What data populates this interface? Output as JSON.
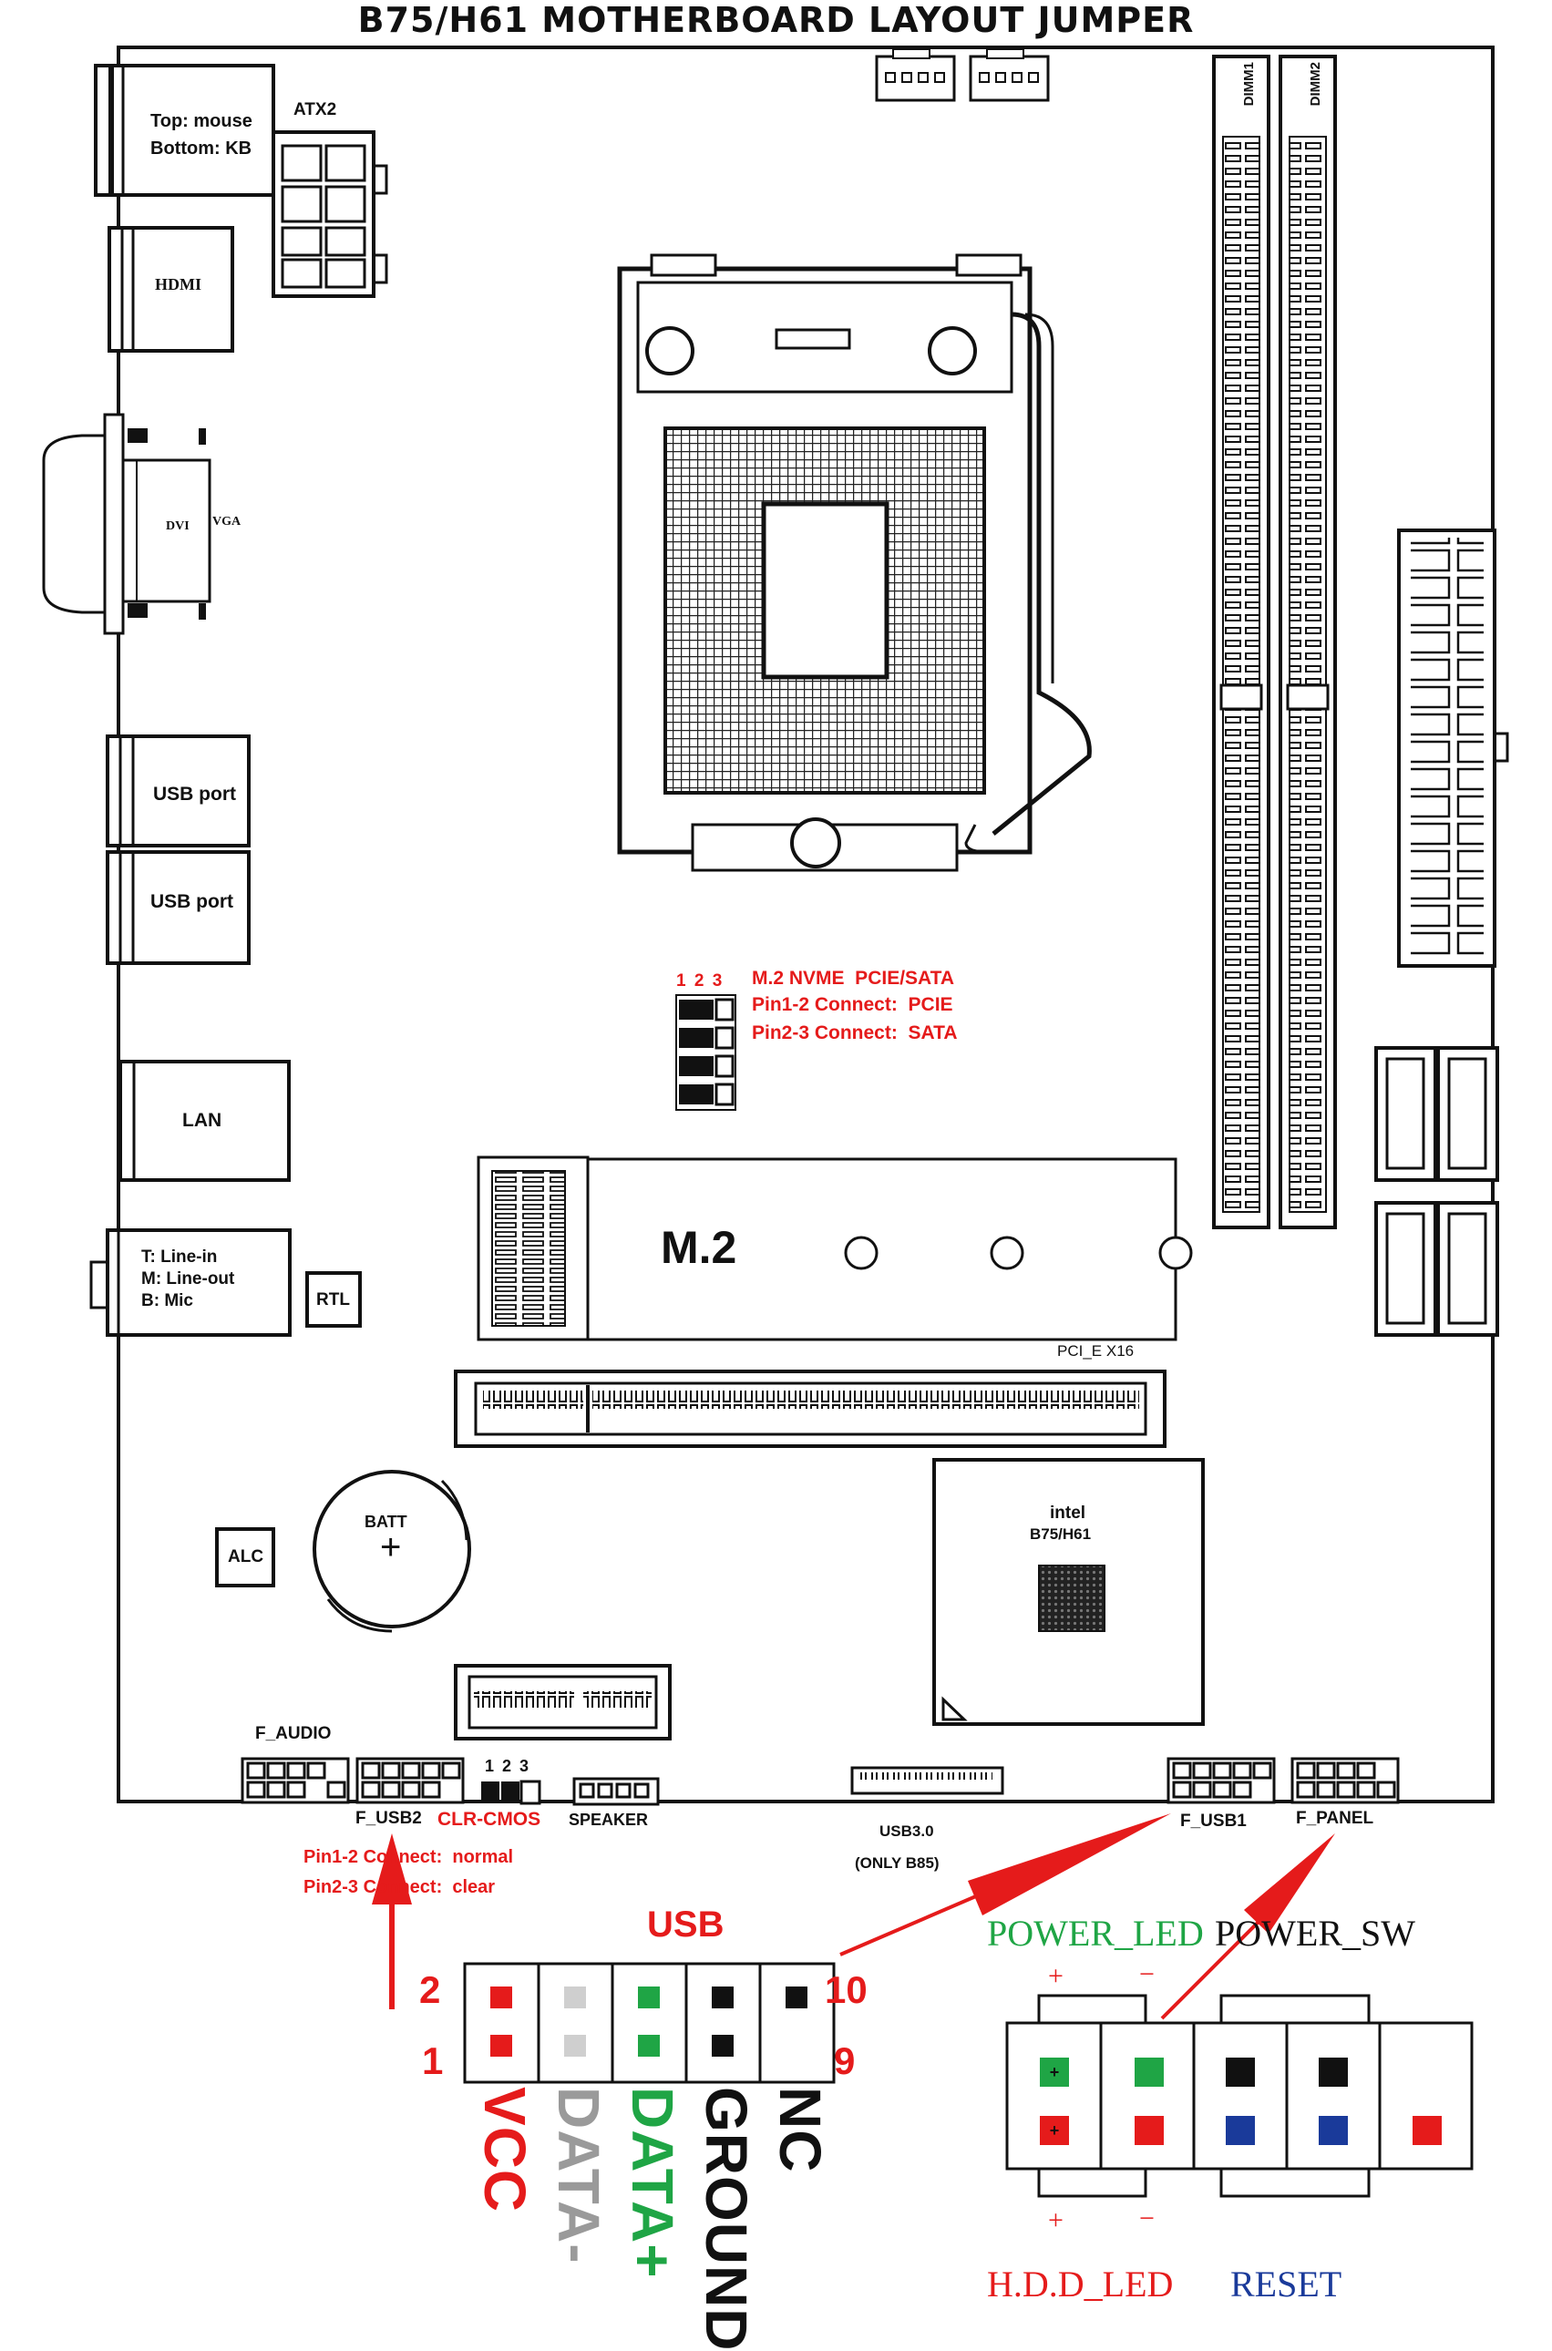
{
  "title": "B75/H61 MOTHERBOARD LAYOUT JUMPER",
  "io_ports": {
    "ps2": "Top: mouse\nBottom: KB",
    "atx2": "ATX2",
    "hdmi": "HDMI",
    "dvi": "DVI",
    "vga": "VGA",
    "usb1": "USB port",
    "usb2": "USB port",
    "lan": "LAN",
    "audio": "T: Line-in\nM: Line-out\nB: Mic",
    "rtl": "RTL"
  },
  "dimm": [
    "DIMM1",
    "DIMM2"
  ],
  "m2_jumper": {
    "pins": "1 2 3",
    "line1": "M.2 NVME  PCIE/SATA",
    "line2": "Pin1-2 Connect:  PCIE",
    "line3": "Pin2-3 Connect:  SATA"
  },
  "m2_label": "M.2",
  "pcie_label": "PCI_E X16",
  "chipset": {
    "brand": "intel",
    "model": "B75/H61"
  },
  "batt": {
    "label": "BATT",
    "sign": "+"
  },
  "alc": "ALC",
  "bottom_headers": {
    "f_audio": "F_AUDIO",
    "f_usb2": "F_USB2",
    "clr_pins": "1 2 3",
    "clr_cmos": "CLR-CMOS",
    "speaker": "SPEAKER",
    "usb3": "USB3.0",
    "usb3_note": "(ONLY B85)",
    "f_usb1": "F_USB1",
    "f_panel": "F_PANEL"
  },
  "clr_note": {
    "line1": "Pin1-2 Connect:  normal",
    "line2": "Pin2-3 Connect:  clear"
  },
  "usb_pinout": {
    "title": "USB",
    "pin_top_left": "2",
    "pin_bottom_left": "1",
    "pin_top_right": "10",
    "pin_bottom_right": "9",
    "labels": [
      "VCC",
      "DATA-",
      "DATA+",
      "GROUND",
      "NC"
    ],
    "colors": [
      "#e51b1b",
      "#9a9a9a",
      "#1fa545",
      "#111111",
      "#111111"
    ]
  },
  "panel_pinout": {
    "power_led": "POWER_LED",
    "power_sw": "POWER_SW",
    "hdd_led": "H.D.D_LED",
    "reset": "RESET",
    "plus": "+",
    "minus": "−"
  }
}
